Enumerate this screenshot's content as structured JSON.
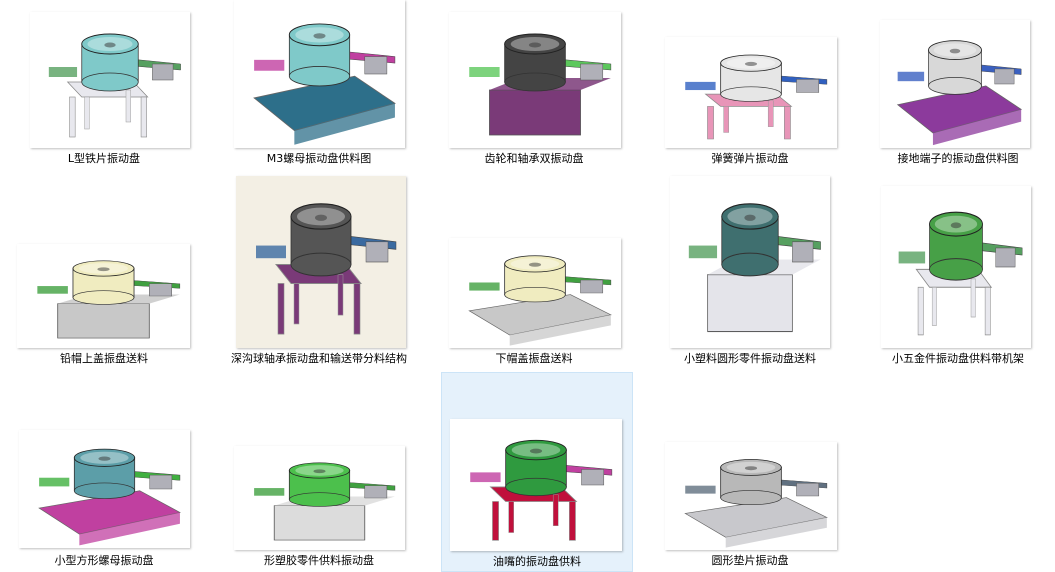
{
  "files": [
    {
      "label": "L型铁片振动盘",
      "bowl": "#7fc9c9",
      "frame": "#e8e8ee",
      "accent": "#56a060",
      "bg": "#ffffff",
      "icon": "vibratory-bowl-icon"
    },
    {
      "label": "M3螺母振动盘供料图",
      "bowl": "#7fc9c9",
      "frame": "#2d6f8a",
      "accent": "#c040a0",
      "bg": "#ffffff",
      "icon": "vibratory-bowl-icon"
    },
    {
      "label": "齿轮和轴承双振动盘",
      "bowl": "#444444",
      "frame": "#7a3a78",
      "accent": "#5cc85c",
      "bg": "#ffffff",
      "icon": "vibratory-bowl-icon"
    },
    {
      "label": "弹簧弹片振动盘",
      "bowl": "#e6e6e6",
      "frame": "#e895b8",
      "accent": "#3060c0",
      "bg": "#ffffff",
      "icon": "vibratory-bowl-icon"
    },
    {
      "label": "接地端子的振动盘供料图",
      "bowl": "#d8d8d8",
      "frame": "#8c3a9c",
      "accent": "#3a60c0",
      "bg": "#ffffff",
      "icon": "vibratory-bowl-icon"
    },
    {
      "label": "铅帽上盖振盘送料",
      "bowl": "#f0ecc0",
      "frame": "#c8c8c8",
      "accent": "#40a040",
      "bg": "#ffffff",
      "icon": "vibratory-bowl-icon"
    },
    {
      "label": "深沟球轴承振动盘和输送带分料结构",
      "bowl": "#555555",
      "frame": "#7a3a78",
      "accent": "#3a6aa0",
      "bg": "#f3efe4",
      "icon": "vibratory-bowl-icon"
    },
    {
      "label": "下帽盖振盘送料",
      "bowl": "#f0ecc0",
      "frame": "#c8c8c8",
      "accent": "#40a040",
      "bg": "#ffffff",
      "icon": "vibratory-bowl-icon"
    },
    {
      "label": "小塑料圆形零件振动盘送料",
      "bowl": "#3f6f6f",
      "frame": "#e4e4ea",
      "accent": "#56a060",
      "bg": "#ffffff",
      "icon": "vibratory-bowl-icon"
    },
    {
      "label": "小五金件振动盘供料带机架",
      "bowl": "#47a047",
      "frame": "#e8e8ee",
      "accent": "#56a060",
      "bg": "#ffffff",
      "icon": "vibratory-bowl-icon"
    },
    {
      "label": "小型方形螺母振动盘",
      "bowl": "#5c9ea8",
      "frame": "#c040a0",
      "accent": "#40b040",
      "bg": "#ffffff",
      "icon": "vibratory-bowl-icon"
    },
    {
      "label": "形塑胶零件供料振动盘",
      "bowl": "#4cc04c",
      "frame": "#dcdcdc",
      "accent": "#40a040",
      "bg": "#ffffff",
      "icon": "vibratory-bowl-icon"
    },
    {
      "label": "油嘴的振动盘供料",
      "bowl": "#2f9a3f",
      "frame": "#c0103c",
      "accent": "#c040a0",
      "bg": "#ffffff",
      "icon": "vibratory-bowl-icon"
    },
    {
      "label": "圆形垫片振动盘",
      "bowl": "#b8b8b8",
      "frame": "#c8c8cc",
      "accent": "#607080",
      "bg": "#ffffff",
      "icon": "vibratory-bowl-icon"
    }
  ],
  "selected_index": 12
}
